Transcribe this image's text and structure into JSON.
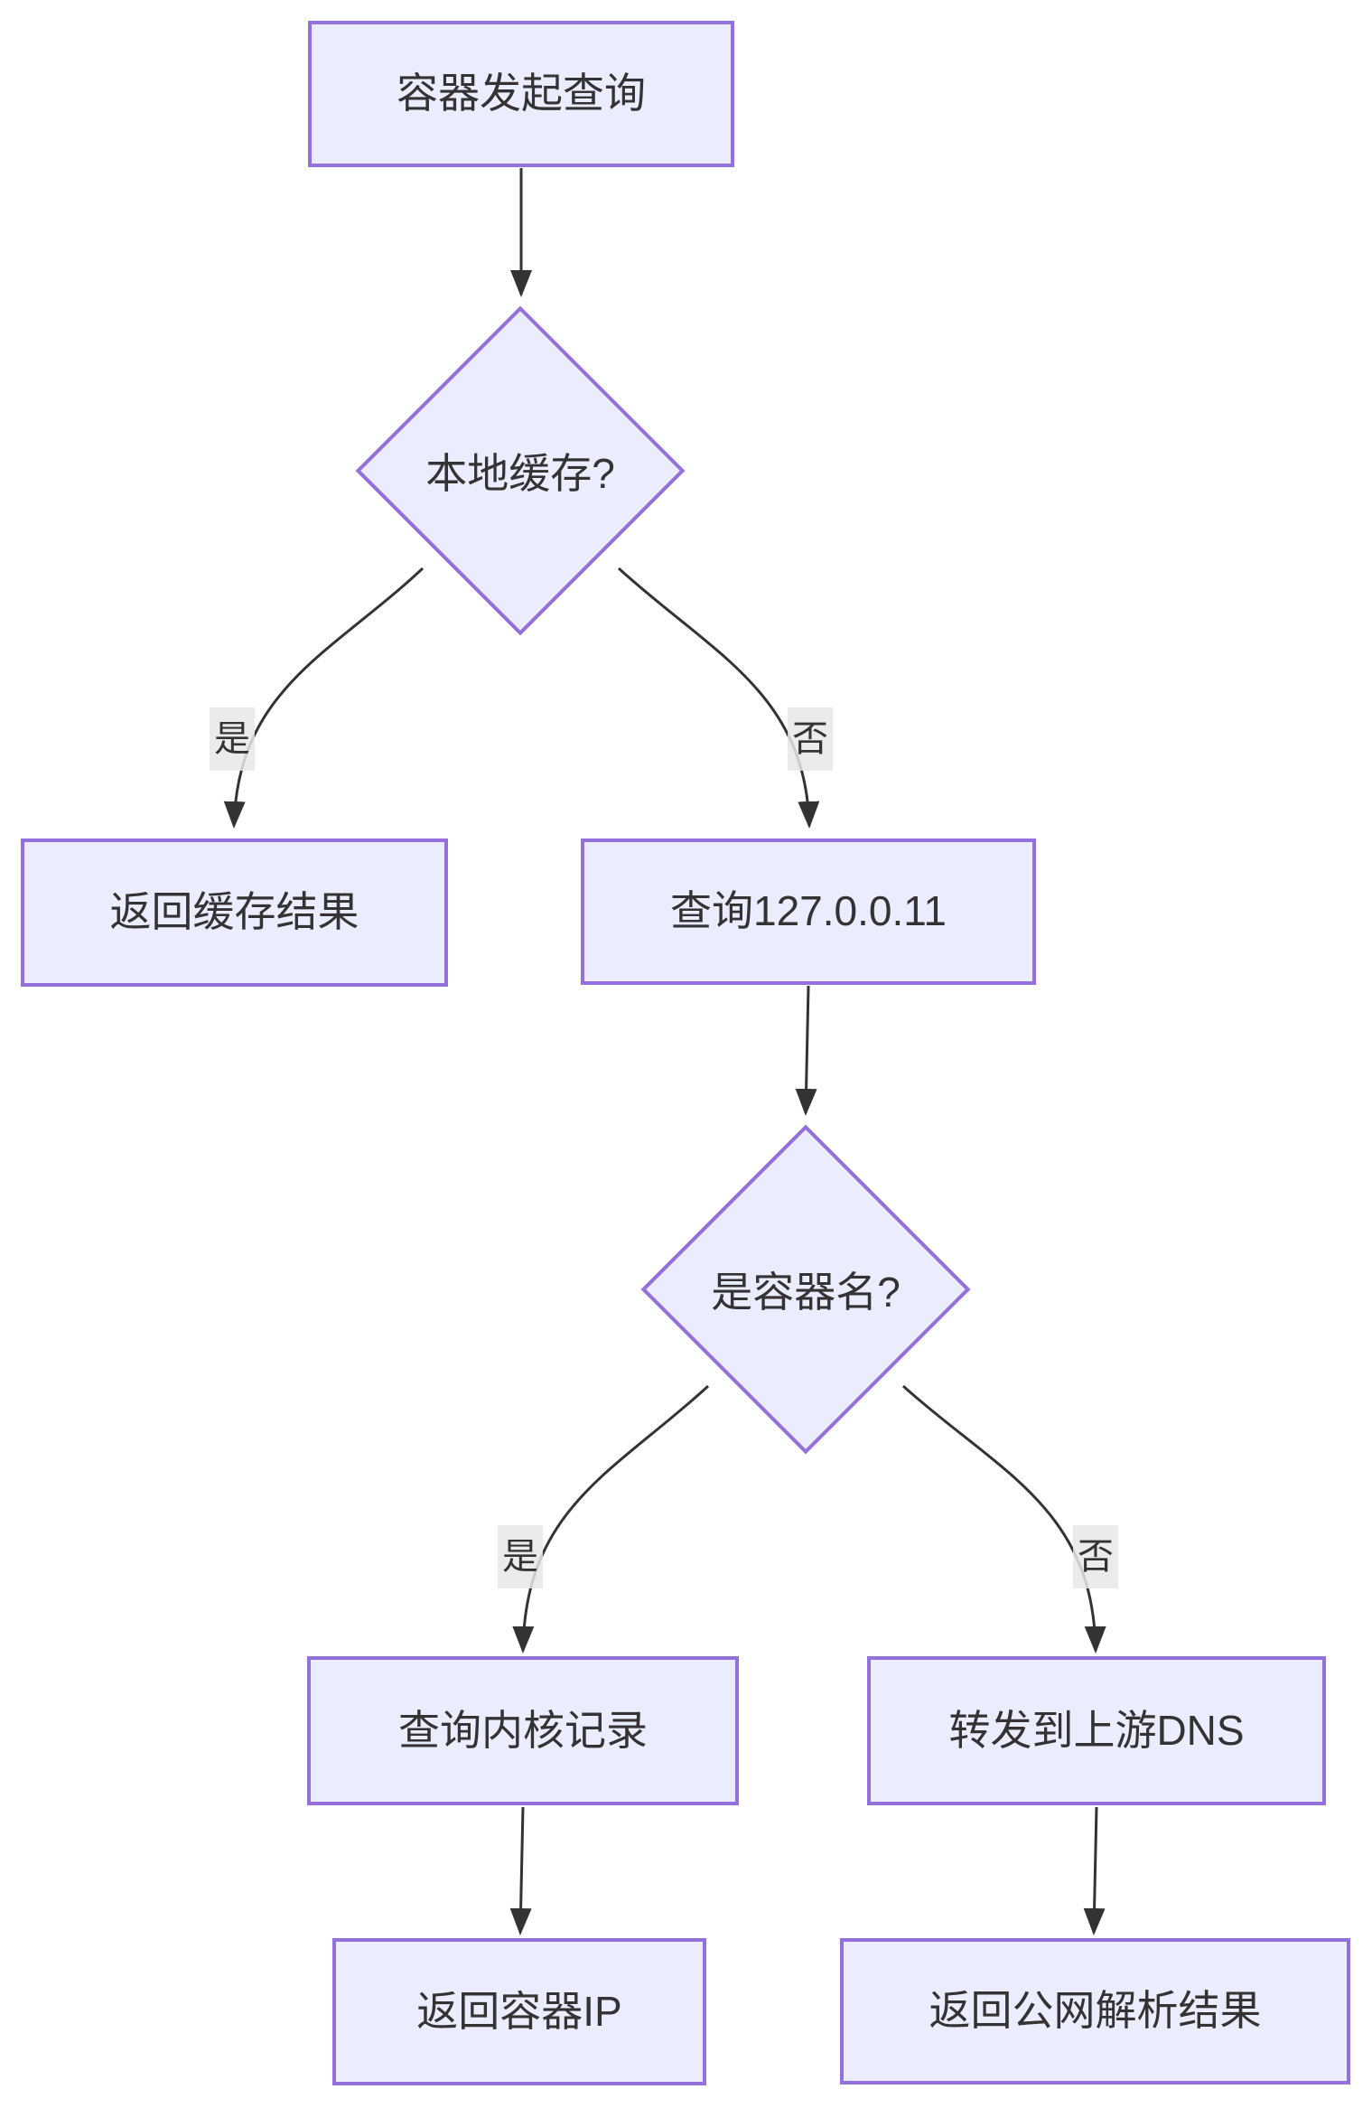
{
  "diagram": {
    "type": "flowchart",
    "direction": "top-down",
    "nodes": [
      {
        "id": "A",
        "shape": "rect",
        "label": "容器发起查询"
      },
      {
        "id": "B",
        "shape": "diamond",
        "label": "本地缓存?"
      },
      {
        "id": "C",
        "shape": "rect",
        "label": "返回缓存结果"
      },
      {
        "id": "D",
        "shape": "rect",
        "label": "查询127.0.0.11"
      },
      {
        "id": "E",
        "shape": "diamond",
        "label": "是容器名?"
      },
      {
        "id": "F",
        "shape": "rect",
        "label": "查询内核记录"
      },
      {
        "id": "G",
        "shape": "rect",
        "label": "转发到上游DNS"
      },
      {
        "id": "H",
        "shape": "rect",
        "label": "返回容器IP"
      },
      {
        "id": "I",
        "shape": "rect",
        "label": "返回公网解析结果"
      }
    ],
    "edges": [
      {
        "from": "A",
        "to": "B",
        "label": ""
      },
      {
        "from": "B",
        "to": "C",
        "label": "是"
      },
      {
        "from": "B",
        "to": "D",
        "label": "否"
      },
      {
        "from": "D",
        "to": "E",
        "label": ""
      },
      {
        "from": "E",
        "to": "F",
        "label": "是"
      },
      {
        "from": "E",
        "to": "G",
        "label": "否"
      },
      {
        "from": "F",
        "to": "H",
        "label": ""
      },
      {
        "from": "G",
        "to": "I",
        "label": ""
      }
    ],
    "colors": {
      "node_fill": "#ECECFF",
      "node_border": "#9370DB",
      "edge_stroke": "#333333",
      "text": "#333333",
      "edge_label_bg": "#e8e8e8",
      "background": "#ffffff"
    }
  }
}
